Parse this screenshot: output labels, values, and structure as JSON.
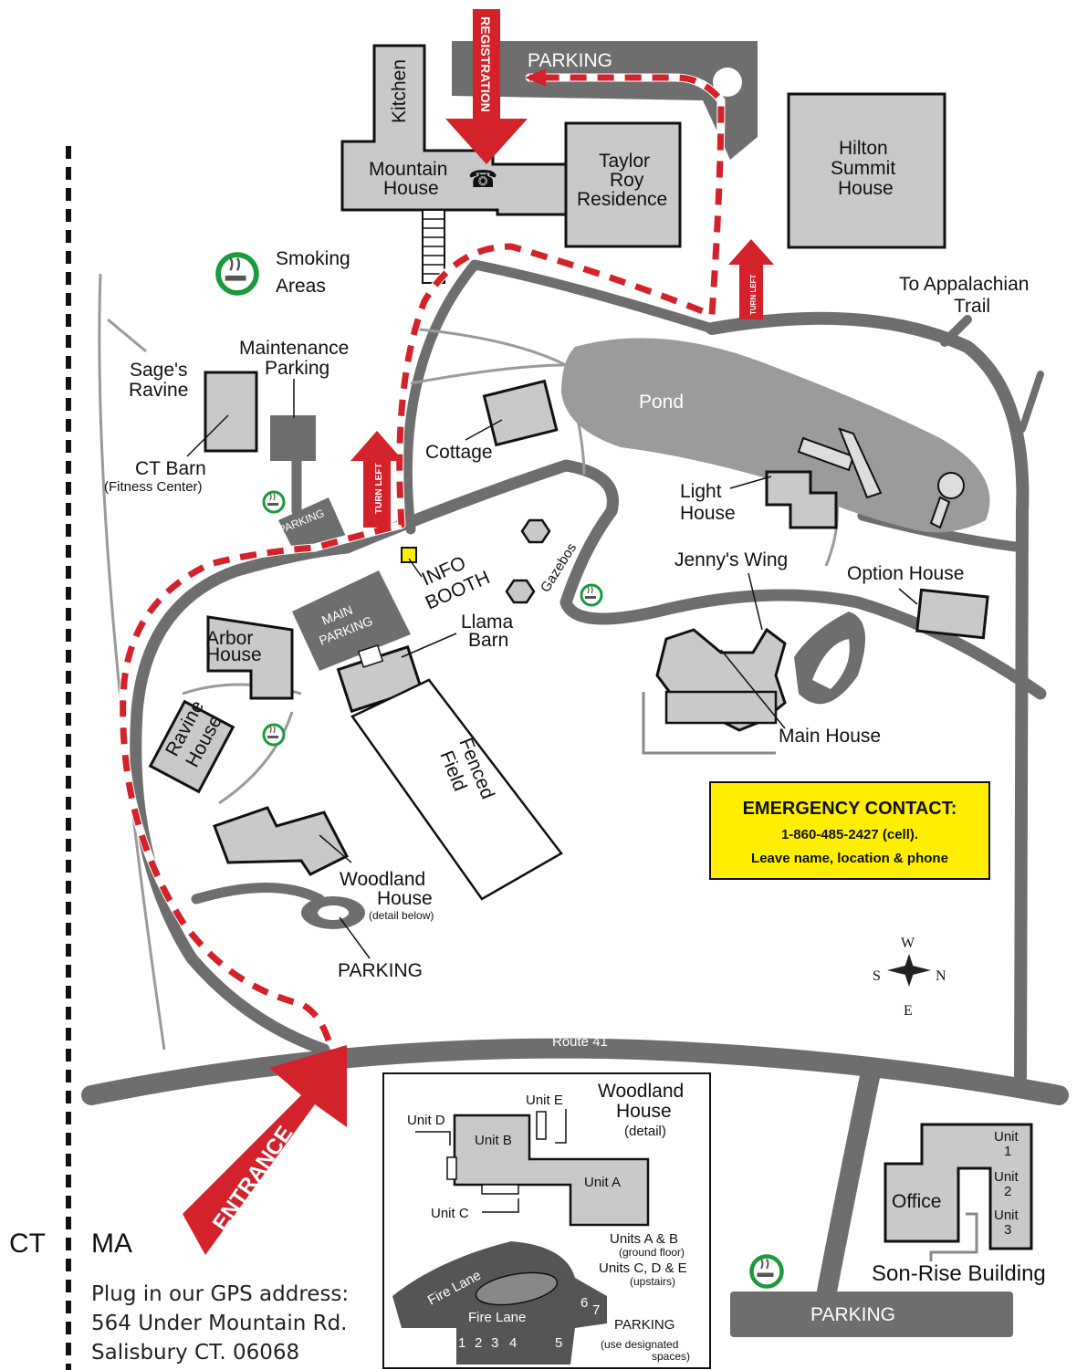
{
  "labels": {
    "parking_top": "PARKING",
    "registration": "REGISTRATION",
    "kitchen": "Kitchen",
    "mountain_house": [
      "Mountain",
      "House"
    ],
    "taylor_roy": [
      "Taylor",
      "Roy",
      "Residence"
    ],
    "hilton_summit": [
      "Hilton",
      "Summit",
      "House"
    ],
    "smoking_areas": [
      "Smoking",
      "Areas"
    ],
    "turn_left": "TURN LEFT",
    "appalachian": [
      "To Appalachian",
      "Trail"
    ],
    "maintenance_parking": [
      "Maintenance",
      "Parking"
    ],
    "sages_ravine": [
      "Sage's",
      "Ravine"
    ],
    "ct_barn": [
      "CT Barn",
      "(Fitness Center)"
    ],
    "pond": "Pond",
    "cottage": "Cottage",
    "light_house": [
      "Light",
      "House"
    ],
    "parking_small": "PARKING",
    "info_booth": [
      "INFO",
      "BOOTH"
    ],
    "gazebos": "Gazebos",
    "jennys_wing": "Jenny's Wing",
    "option_house": "Option House",
    "main_parking": [
      "MAIN",
      "PARKING"
    ],
    "llama_barn": [
      "Llama",
      "Barn"
    ],
    "arbor_house": [
      "Arbor",
      "House"
    ],
    "ravine_house": [
      "Ravine",
      "House"
    ],
    "fenced_field": [
      "Fenced",
      "Field"
    ],
    "main_house": "Main House",
    "woodland_house": [
      "Woodland",
      "House",
      "(detail below)"
    ],
    "parking_bottom": "PARKING",
    "route41": "Route 41",
    "entrance": "ENTRANCE",
    "ct": "CT",
    "ma": "MA",
    "son_rise": "Son-Rise Building",
    "office": "Office",
    "parking_right": "PARKING",
    "unit_1": [
      "Unit",
      "1"
    ],
    "unit_2": [
      "Unit",
      "2"
    ],
    "unit_3": [
      "Unit",
      "3"
    ]
  },
  "compass": {
    "w": "W",
    "s": "S",
    "n": "N",
    "e": "E"
  },
  "emergency": {
    "title": "EMERGENCY CONTACT:",
    "phone": "1-860-485-2427 (cell).",
    "note": "Leave name, location & phone"
  },
  "gps": {
    "line1": "Plug in our GPS address:",
    "line2": "564 Under Mountain Rd.",
    "line3": "Salisbury CT. 06068"
  },
  "detail": {
    "title": [
      "Woodland",
      "House",
      "(detail)"
    ],
    "unit_a": "Unit A",
    "unit_b": "Unit B",
    "unit_c": "Unit C",
    "unit_d": "Unit D",
    "unit_e": "Unit E",
    "floors1": [
      "Units A & B",
      "(ground floor)"
    ],
    "floors2": [
      "Units C, D & E",
      "(upstairs)"
    ],
    "fire_lane": "Fire Lane",
    "parking": "PARKING",
    "parking_note": [
      "(use designated",
      "spaces)"
    ],
    "spaces": [
      "1",
      "2",
      "3",
      "4",
      "5",
      "6",
      "7"
    ]
  },
  "colors": {
    "route_red": "#d3222a",
    "road_gray": "#6e6e6e",
    "building_gray": "#c9c9c9",
    "emergency_yellow": "#ffee00",
    "smoking_green": "#1a9a3a"
  }
}
